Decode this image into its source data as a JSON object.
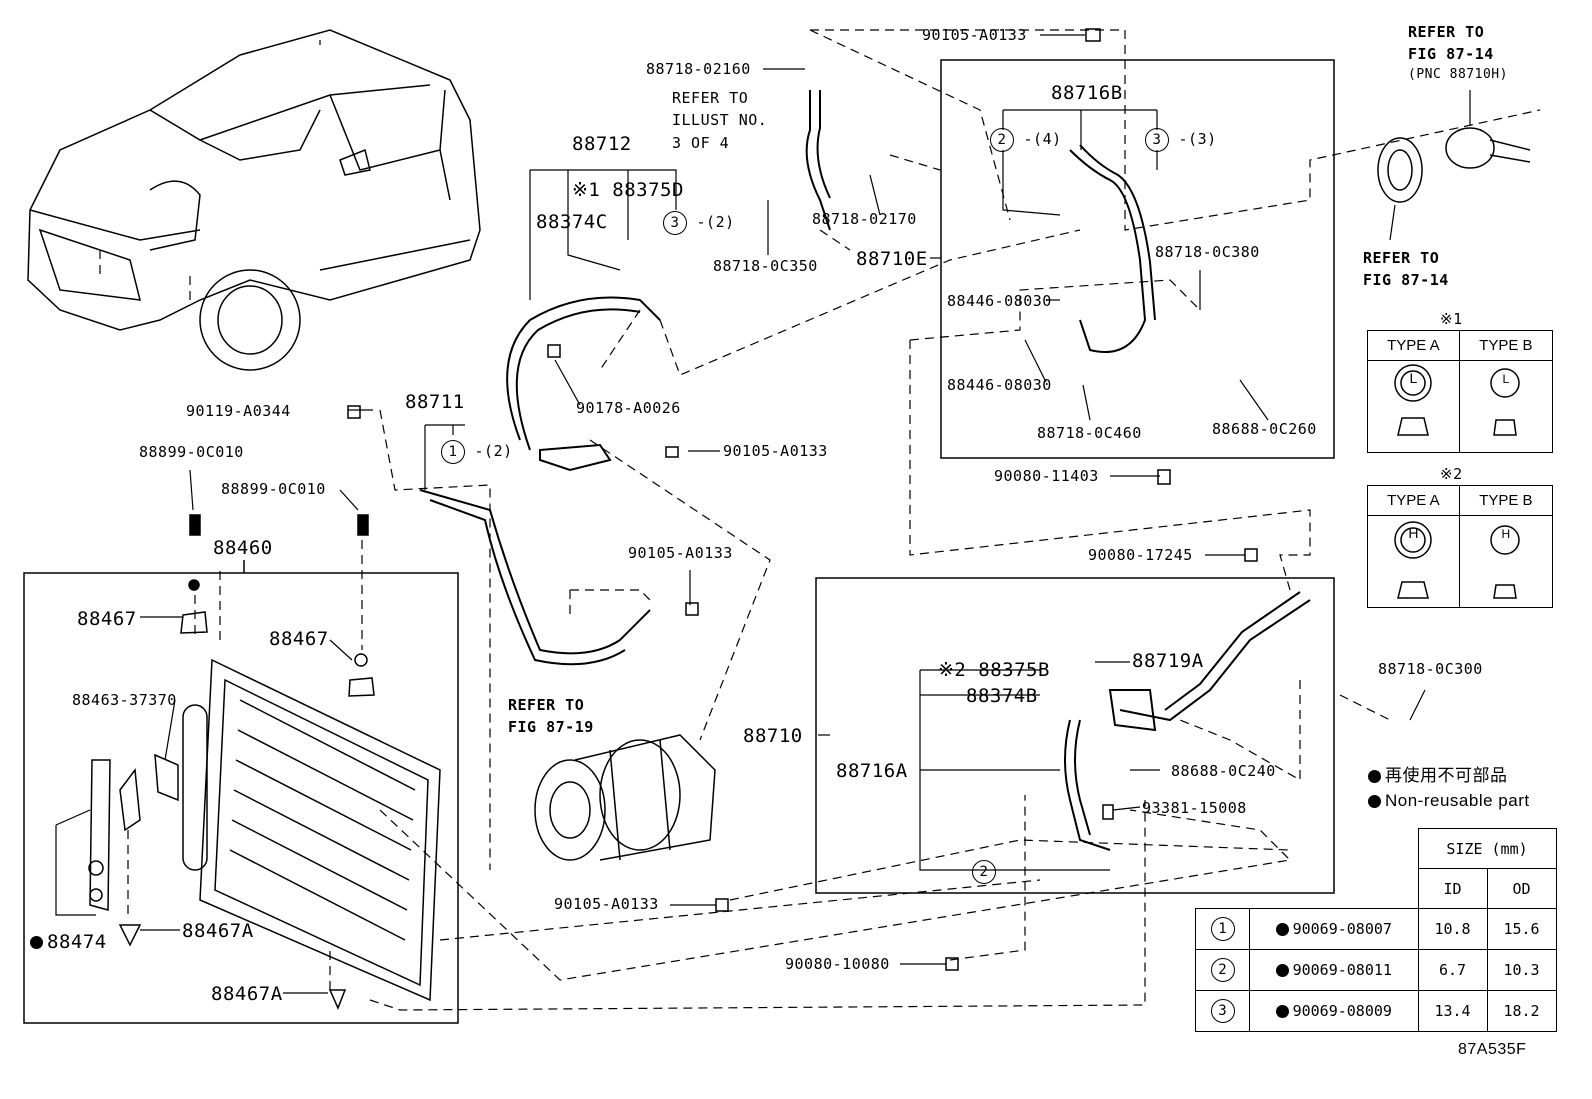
{
  "labels": {
    "p90105_top": "90105-A0133",
    "p88718_02160": "88718-02160",
    "refer_illust": "REFER TO",
    "refer_illust2": "ILLUST NO.",
    "refer_illust3": "3 OF 4",
    "p88712": "88712",
    "p88375D": "※1 88375D",
    "p88374C": "88374C",
    "c3_2": "3",
    "c3_2q": "-(2)",
    "p88718_0C350": "88718-0C350",
    "p88718_02170": "88718-02170",
    "p88716B": "88716B",
    "c2_4": "2",
    "c2_4q": "-(4)",
    "c3_3": "3",
    "c3_3q": "-(3)",
    "p88710E": "88710E",
    "p88718_0C380": "88718-0C380",
    "p88446_a": "88446-08030",
    "p88446_b": "88446-08030",
    "p88718_0C460": "88718-0C460",
    "p88688_0C260": "88688-0C260",
    "p90080_11403": "90080-11403",
    "refer_8714_a1": "REFER TO",
    "refer_8714_a2": "FIG 87-14",
    "refer_8714_a3": "(PNC 88710H)",
    "refer_8714_b1": "REFER TO",
    "refer_8714_b2": "FIG 87-14",
    "p90178": "90178-A0026",
    "p90119": "90119-A0344",
    "p88711": "88711",
    "c1_2": "1",
    "c1_2q": "-(2)",
    "p90105_mid": "90105-A0133",
    "p88899_a": "88899-0C010",
    "p88899_b": "88899-0C010",
    "p88460": "88460",
    "p88467_a": "88467",
    "p88467_b": "88467",
    "p88463": "88463-37370",
    "p88474": "88474",
    "p88467A_a": "88467A",
    "p88467A_b": "88467A",
    "p90105_c": "90105-A0133",
    "refer_8719_1": "REFER TO",
    "refer_8719_2": "FIG 87-19",
    "p90105_bottom": "90105-A0133",
    "p90080_17245": "90080-17245",
    "p88375B": "※2 88375B",
    "p88374B": "88374B",
    "p88719A": "88719A",
    "p88710": "88710",
    "p88716A": "88716A",
    "p88688_0C240": "88688-0C240",
    "p93381": "93381-15008",
    "c2_bottom": "2",
    "p88718_0C300": "88718-0C300",
    "p90080_10080": "90080-10080",
    "nonreuse_jp": "再使用不可部品",
    "nonreuse_en": "Non-reusable part",
    "figcode": "87A535F"
  },
  "type_table_1": {
    "note": "※1",
    "type_a": "TYPE A",
    "type_b": "TYPE B",
    "sym_a": "L",
    "sym_b": "L"
  },
  "type_table_2": {
    "note": "※2",
    "type_a": "TYPE A",
    "type_b": "TYPE B",
    "sym_a": "H",
    "sym_b": "H"
  },
  "size_table": {
    "title": "SIZE (mm)",
    "col_id": "ID",
    "col_od": "OD",
    "rows": [
      {
        "num": "1",
        "part": "90069-08007",
        "id": "10.8",
        "od": "15.6"
      },
      {
        "num": "2",
        "part": "90069-08011",
        "id": "6.7",
        "od": "10.3"
      },
      {
        "num": "3",
        "part": "90069-08009",
        "id": "13.4",
        "od": "18.2"
      }
    ]
  }
}
